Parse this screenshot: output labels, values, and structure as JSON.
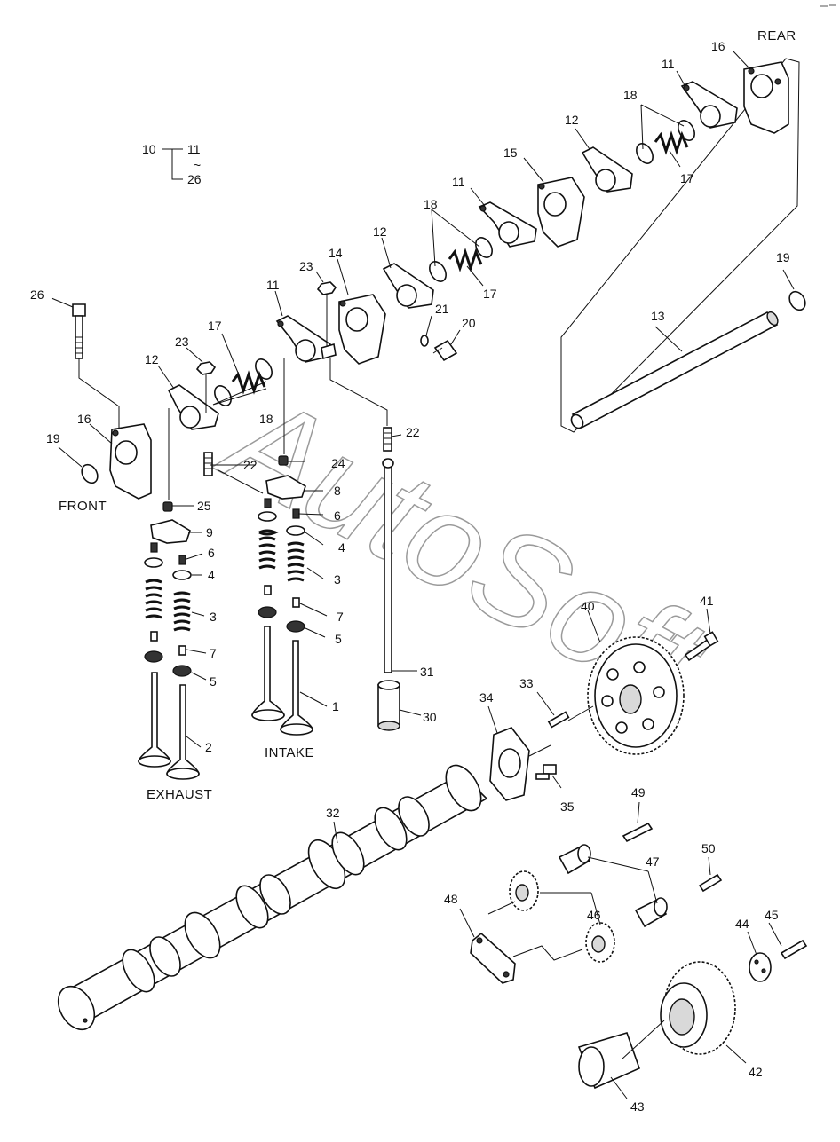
{
  "labels": {
    "rear": "REAR",
    "front": "FRONT",
    "intake": "INTAKE",
    "exhaust": "EXHAUST",
    "watermark": "AutoSoft"
  },
  "range_note": {
    "from": "10",
    "to_top": "11",
    "tilde": "~",
    "to_bottom": "26"
  },
  "callouts": {
    "c1": "1",
    "c2": "2",
    "c3a": "3",
    "c3b": "3",
    "c4a": "4",
    "c4b": "4",
    "c5a": "5",
    "c5b": "5",
    "c6a": "6",
    "c6b": "6",
    "c7a": "7",
    "c7b": "7",
    "c8": "8",
    "c9": "9",
    "c11a": "11",
    "c11b": "11",
    "c11c": "11",
    "c12a": "12",
    "c12b": "12",
    "c12c": "12",
    "c13": "13",
    "c14": "14",
    "c15": "15",
    "c16a": "16",
    "c16b": "16",
    "c17a": "17",
    "c17b": "17",
    "c17c": "17",
    "c18a": "18",
    "c18b": "18",
    "c18c": "18",
    "c19a": "19",
    "c19b": "19",
    "c20": "20",
    "c21": "21",
    "c22a": "22",
    "c22b": "22",
    "c23a": "23",
    "c23b": "23",
    "c24": "24",
    "c25": "25",
    "c26": "26",
    "c30": "30",
    "c31": "31",
    "c32": "32",
    "c33": "33",
    "c34": "34",
    "c35": "35",
    "c40": "40",
    "c41": "41",
    "c42": "42",
    "c43": "43",
    "c44": "44",
    "c45": "45",
    "c46": "46",
    "c47": "47",
    "c48": "48",
    "c49": "49",
    "c50": "50"
  }
}
